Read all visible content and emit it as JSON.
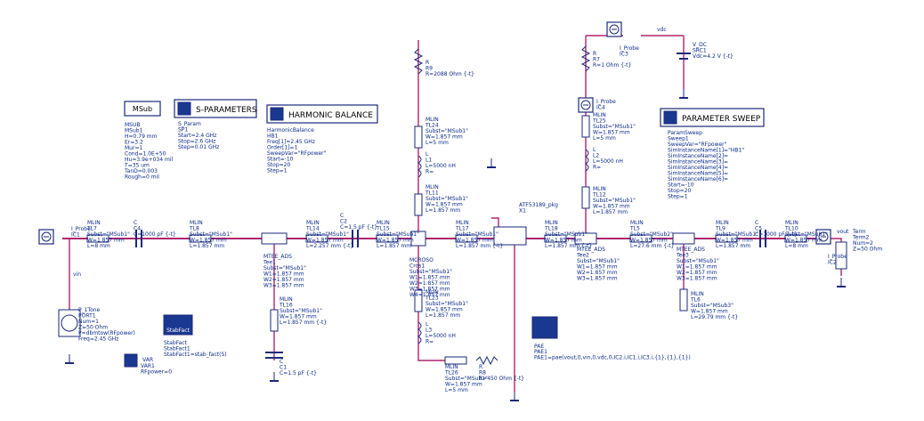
{
  "blocks": {
    "msub": {
      "title": "MSub",
      "lines": [
        "MSUB",
        "MSub1",
        "H=0.79 mm",
        "Er=3.2",
        "Mur=1",
        "Cond=1.0E+50",
        "Hu=3.9e+034 mil",
        "T=35 um",
        "TanD=0.003",
        "Rough=0 mil"
      ]
    },
    "sparams": {
      "title": "S-PARAMETERS",
      "lines": [
        "S_Param",
        "SP1",
        "Start=2.4 GHz",
        "Stop=2.6 GHz",
        "Step=0.01 GHz"
      ]
    },
    "hb": {
      "title": "HARMONIC BALANCE",
      "lines": [
        "HarmonicBalance",
        "HB1",
        "Freq[1]=2.45 GHz",
        "Order[1]=1",
        "SweepVar=\"RFpower\"",
        "Start=-10",
        "Stop=20",
        "Step=1"
      ]
    },
    "sweep": {
      "title": "PARAMETER SWEEP",
      "lines": [
        "ParamSweep",
        "Sweep1",
        "SweepVar=\"RFpower\"",
        "SimInstanceName[1]=\"HB1\"",
        "SimInstanceName[2]=",
        "SimInstanceName[3]=",
        "SimInstanceName[4]=",
        "SimInstanceName[5]=",
        "SimInstanceName[6]=",
        "Start=-10",
        "Stop=20",
        "Step=1"
      ]
    },
    "stabfact": {
      "title": "StabFact",
      "lines": [
        "StabFact",
        "StabFact1",
        "StabFact1=stab_fact(S)"
      ]
    },
    "var": {
      "title": "VAR",
      "lines": [
        "VAR1",
        "RFpower=0"
      ]
    },
    "pae": {
      "title": "PAE",
      "lines": [
        "PAE1",
        "PAE1=pae(vout,0,vin,0,vdc,0,IC2.i,IC1.i,IC3.i,{1},{1},{1})"
      ]
    }
  },
  "labels": {
    "iprobe1": [
      "I_Probe",
      "IC1"
    ],
    "iprobe2": [
      "I_Probe",
      "IC2"
    ],
    "iprobe3": [
      "I_Probe",
      "IC3"
    ],
    "iprobe4": [
      "I_Probe",
      "IC4"
    ],
    "tl7": [
      "MLIN",
      "TL7",
      "Subst=\"MSub1\"",
      "W=1.857 mm",
      "L=8 mm"
    ],
    "c4": [
      "C",
      "C4",
      "C=1000 pF {-t}"
    ],
    "tl8": [
      "MLIN",
      "TL8",
      "Subst=\"MSub1\"",
      "W=1.857 mm",
      "L=1.857 mm"
    ],
    "tee1": [
      "MTEE_ADS",
      "Tee1",
      "Subst=\"MSub1\"",
      "W1=1.857 mm",
      "W2=1.857 mm",
      "W3=1.857 mm"
    ],
    "tl16": [
      "MLIN",
      "TL16",
      "Subst=\"MSub1\"",
      "W=1.857 mm",
      "L=1.857 mm {-t}"
    ],
    "c1": [
      "C",
      "C1",
      "C=1.5 pF {-t}"
    ],
    "tl14": [
      "MLIN",
      "TL14",
      "Subst=\"MSub1\"",
      "W=1.857 mm",
      "L=2.257 mm {-t}"
    ],
    "c2": [
      "C",
      "C2",
      "C=1.5 pF {-t}"
    ],
    "tl15": [
      "MLIN",
      "TL15",
      "Subst=\"MSub1\"",
      "W=1.857 mm",
      "L=1.857 mm"
    ],
    "cross1": [
      "MCROSO",
      "Cros1",
      "Subst=\"MSub1\"",
      "W1=1.857 mm",
      "W2=1.857 mm",
      "W3=1.857 mm",
      "W4=1.857 mm"
    ],
    "tl17": [
      "MLIN",
      "TL17",
      "Subst=\"MSub1\"",
      "W=1.857 mm",
      "L=1.857 mm {-t}"
    ],
    "r9": [
      "R",
      "R9",
      "R=2088 Ohm {-t}"
    ],
    "tl24": [
      "MLIN",
      "TL24",
      "Subst=\"MSub1\"",
      "W=1.857 mm",
      "L=5 mm"
    ],
    "l1": [
      "L",
      "L1",
      "L=5000 nH",
      "R="
    ],
    "tl11": [
      "MLIN",
      "TL11",
      "Subst=\"MSub1\"",
      "W=1.857 mm",
      "L=1.857 mm"
    ],
    "tl23": [
      "MLIN",
      "TL23",
      "Subst=\"MSub1\"",
      "W=1.857 mm",
      "L=1.857 mm"
    ],
    "l3": [
      "L",
      "L3",
      "L=5000 nH",
      "R="
    ],
    "tl26": [
      "MLIN",
      "TL26",
      "Subst=\"MSub1\"",
      "W=1.857 mm",
      "L=5 mm"
    ],
    "r8": [
      "R",
      "R8",
      "R=450 Ohm {-t}"
    ],
    "port1": [
      "P_1Tone",
      "PORT1",
      "Num=1",
      "Z=50 Ohm",
      "P=dbmtow(RFpower)",
      "Freq=2.45 GHz"
    ],
    "transistor": [
      "ATF53189_pkg",
      "X1"
    ],
    "r7": [
      "R",
      "R7",
      "R=1 Ohm {-t}"
    ],
    "src1": [
      "V_DC",
      "SRC1",
      "Vdc=4.2 V {-t}"
    ],
    "tl25": [
      "MLIN",
      "TL25",
      "Subst=\"MSub1\"",
      "W=1.857 mm",
      "L=5 mm"
    ],
    "l2": [
      "L",
      "L2",
      "L=5000 nH",
      "R="
    ],
    "tl12": [
      "MLIN",
      "TL12",
      "Subst=\"MSub1\"",
      "W=1.857 mm",
      "L=1.857 mm"
    ],
    "tl18": [
      "MLIN",
      "TL18",
      "Subst=\"MSub1\"",
      "W=1.857 mm",
      "L=1.857 mm {-t}"
    ],
    "tee2": [
      "MTEE_ADS",
      "Tee2",
      "Subst=\"MSub1\"",
      "W1=1.857 mm",
      "W2=1.857 mm",
      "W3=1.857 mm"
    ],
    "tl5": [
      "MLIN",
      "TL5",
      "Subst=\"MSub2\"",
      "W=1.857 mm",
      "L=27.6 mm {-t}"
    ],
    "tee3": [
      "MTEE_ADS",
      "Tee3",
      "Subst=\"MSub1\"",
      "W1=1.857 mm",
      "W2=1.857 mm",
      "W3=1.857 mm"
    ],
    "tl6": [
      "MLIN",
      "TL6",
      "Subst=\"MSub3\"",
      "W=1.857 mm",
      "L=29.79 mm {-t}"
    ],
    "tl9": [
      "MLIN",
      "TL9",
      "Subst=\"MSub1\"",
      "W=1.857 mm",
      "L=1.857 mm"
    ],
    "c5": [
      "C",
      "C5",
      "C=1000 pF {-t}"
    ],
    "tl10": [
      "MLIN",
      "TL10",
      "Subst=\"MSub1\"",
      "W=1.857 mm",
      "L=8 mm"
    ],
    "term2": [
      "Term",
      "Term2",
      "Num=2",
      "Z=50 Ohm"
    ],
    "vin": "vin",
    "vdc": "vdc",
    "vout": "vout"
  }
}
